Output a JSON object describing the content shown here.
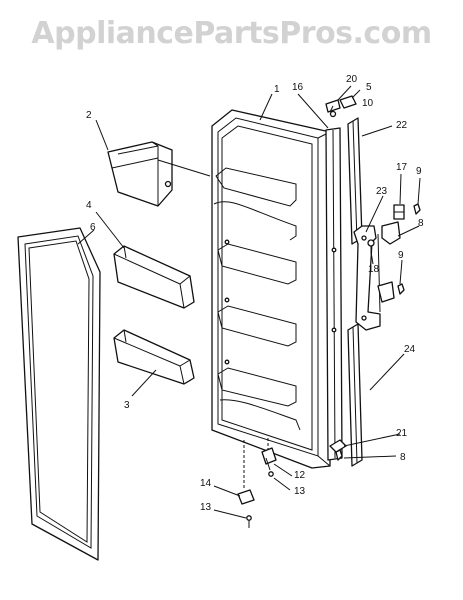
{
  "watermark": "AppliancePartsPros.com",
  "callouts": [
    {
      "id": "c1",
      "text": "1"
    },
    {
      "id": "c2",
      "text": "2"
    },
    {
      "id": "c3",
      "text": "3"
    },
    {
      "id": "c4",
      "text": "4"
    },
    {
      "id": "c5",
      "text": "5"
    },
    {
      "id": "c6",
      "text": "6"
    },
    {
      "id": "c8a",
      "text": "8"
    },
    {
      "id": "c8b",
      "text": "8"
    },
    {
      "id": "c9a",
      "text": "9"
    },
    {
      "id": "c9b",
      "text": "9"
    },
    {
      "id": "c10",
      "text": "10"
    },
    {
      "id": "c12",
      "text": "12"
    },
    {
      "id": "c13a",
      "text": "13"
    },
    {
      "id": "c13b",
      "text": "13"
    },
    {
      "id": "c14",
      "text": "14"
    },
    {
      "id": "c16",
      "text": "16"
    },
    {
      "id": "c17",
      "text": "17"
    },
    {
      "id": "c18",
      "text": "18"
    },
    {
      "id": "c20",
      "text": "20"
    },
    {
      "id": "c21",
      "text": "21"
    },
    {
      "id": "c22",
      "text": "22"
    },
    {
      "id": "c23",
      "text": "23"
    },
    {
      "id": "c24",
      "text": "24"
    }
  ]
}
